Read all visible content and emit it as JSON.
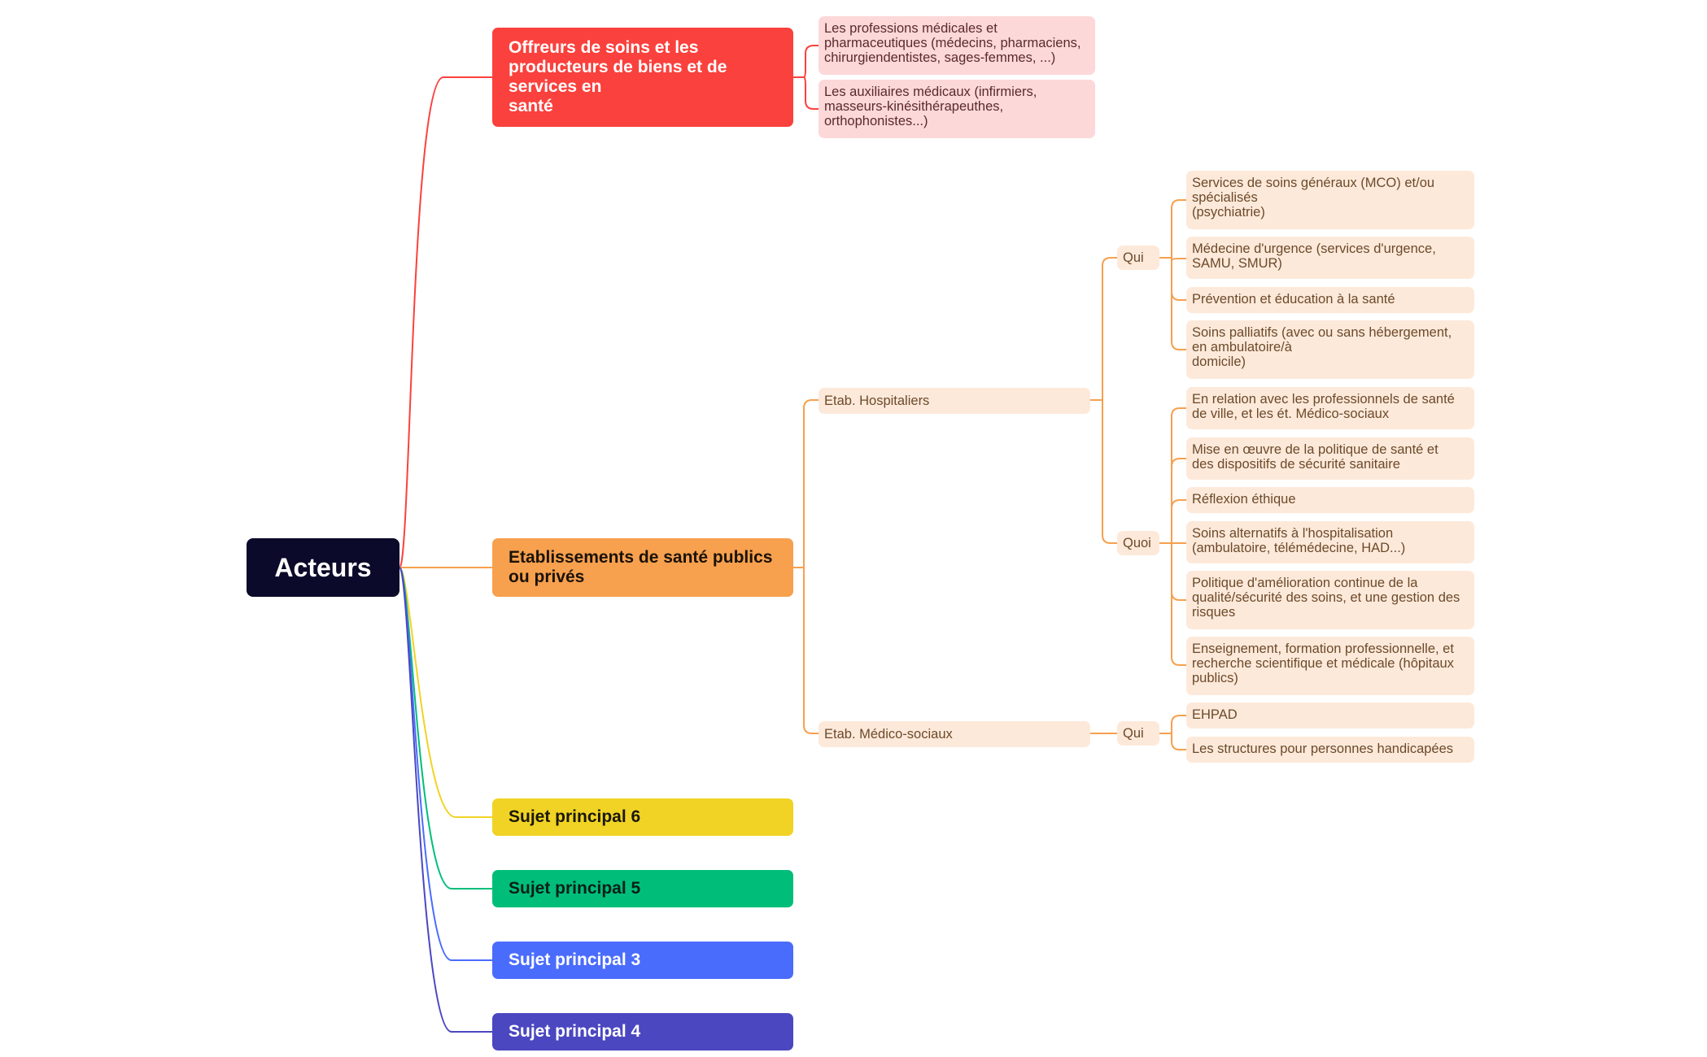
{
  "root": {
    "label": "Acteurs"
  },
  "branches": [
    {
      "label": "Offreurs de soins et les\nproducteurs de biens et de\nservices en\nsanté",
      "color": "#fa413d"
    },
    {
      "label": "Etablissements de santé publics\nou privés",
      "color": "#f7a04e"
    },
    {
      "label": "Sujet principal 6",
      "color": "#f1d325"
    },
    {
      "label": "Sujet principal 5",
      "color": "#00be7a"
    },
    {
      "label": "Sujet principal 3",
      "color": "#4a6cfd"
    },
    {
      "label": "Sujet principal 4",
      "color": "#4b47c0"
    }
  ],
  "offreurs": {
    "children": [
      "Les professions médicales et\npharmaceutiques (médecins, pharmaciens,\nchirurgiendentistes, sages-femmes, ...)",
      "Les auxiliaires médicaux (infirmiers,\nmasseurs-kinésithérapeuthes,\northophonistes...)"
    ]
  },
  "etablissements": {
    "hospitaliers": {
      "label": "Etab. Hospitaliers",
      "qui": {
        "label": "Qui",
        "items": [
          "Services de soins généraux (MCO) et/ou\nspécialisés\n(psychiatrie)",
          "Médecine d'urgence (services d'urgence,\nSAMU, SMUR)",
          "Prévention et éducation à la santé",
          "Soins palliatifs (avec ou sans hébergement,\nen ambulatoire/à\ndomicile)"
        ]
      },
      "quoi": {
        "label": "Quoi",
        "items": [
          "En relation avec les professionnels de santé\nde ville, et les ét. Médico-sociaux",
          "Mise en œuvre de la politique de santé et\ndes dispositifs de sécurité sanitaire",
          "Réflexion éthique",
          "Soins alternatifs à l'hospitalisation\n(ambulatoire, télémédecine, HAD...)",
          "Politique d'amélioration continue de la\nqualité/sécurité des soins, et une gestion des\nrisques",
          "Enseignement, formation professionnelle, et\nrecherche scientifique et médicale (hôpitaux\npublics)"
        ]
      }
    },
    "medico": {
      "label": "Etab. Médico-sociaux",
      "qui": {
        "label": "Qui",
        "items": [
          "EHPAD",
          "Les structures pour personnes handicapées"
        ]
      }
    }
  },
  "colors": {
    "root": "#0b0a2a",
    "leaf_orange": "#fde9da",
    "leaf_red": "#fdd8d9"
  }
}
